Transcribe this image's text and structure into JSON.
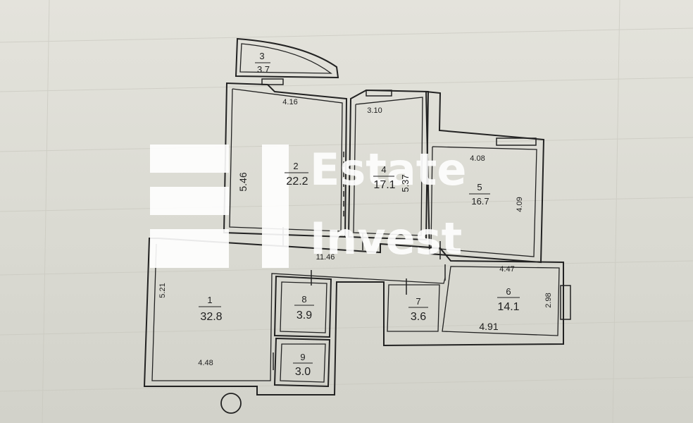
{
  "watermark": {
    "line1": "Estate",
    "line2": "Invest"
  },
  "rooms": [
    {
      "number": "1",
      "area": "32.8"
    },
    {
      "number": "2",
      "area": "22.2"
    },
    {
      "number": "3",
      "area": "3.7"
    },
    {
      "number": "4",
      "area": "17.1"
    },
    {
      "number": "5",
      "area": "16.7"
    },
    {
      "number": "6",
      "area": "14.1"
    },
    {
      "number": "7",
      "area": "3.6"
    },
    {
      "number": "8",
      "area": "3.9"
    },
    {
      "number": "9",
      "area": "3.0"
    }
  ],
  "dimensions": {
    "room2_width": "4.16",
    "room2_height": "5.46",
    "room4_width": "3.10",
    "room4_height": "5.37",
    "room5_width": "4.08",
    "room5_height": "4.09",
    "corridor_length": "11.46",
    "room6_top": "4.47",
    "room6_bottom": "4.91",
    "room6_side": "2.98",
    "room1_height": "5.21",
    "room1_width": "4.48"
  },
  "colors": {
    "paper": "#dcdbd3",
    "ink": "#1f1f1f",
    "watermark": "#ffffff"
  }
}
